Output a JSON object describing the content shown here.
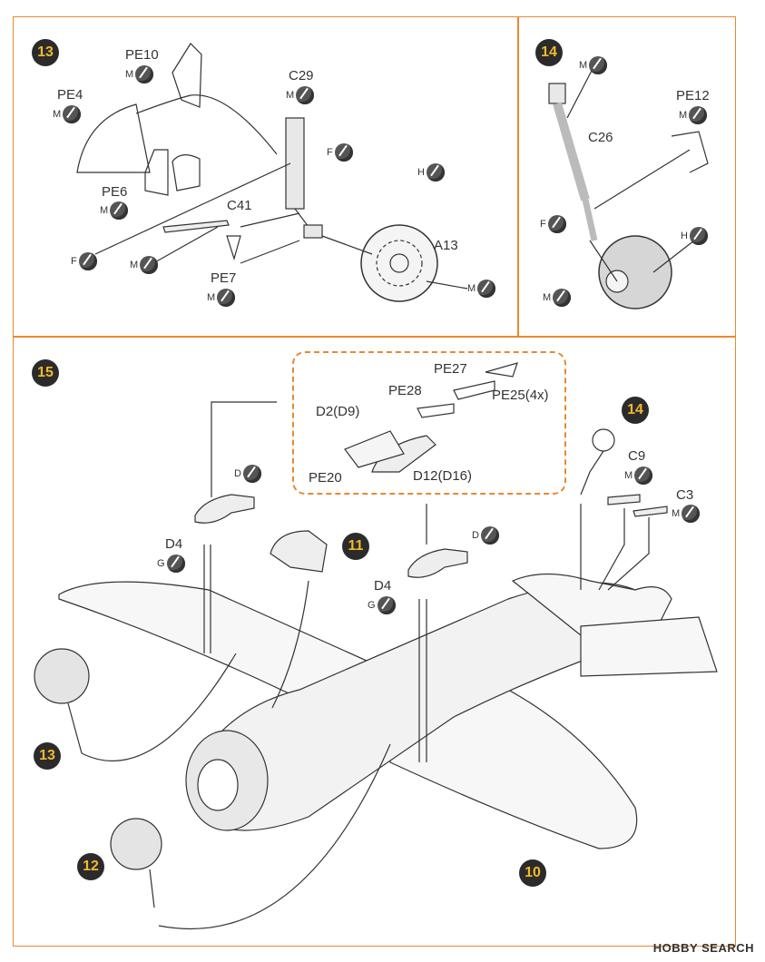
{
  "panels": {
    "step13": {
      "number": "13",
      "parts": {
        "pe10": "PE10",
        "pe4": "PE4",
        "pe6": "PE6",
        "c29": "C29",
        "c41": "C41",
        "pe7": "PE7",
        "a13": "A13"
      },
      "markers": {
        "pe10": "M",
        "pe4": "M",
        "pe6": "M",
        "c29": "M",
        "f1": "F",
        "h1": "H",
        "f2": "F",
        "m_c41": "M",
        "pe7": "M",
        "a13": "M"
      }
    },
    "step14": {
      "number": "14",
      "parts": {
        "c26": "C26",
        "pe12": "PE12"
      },
      "markers": {
        "top": "M",
        "pe12": "M",
        "f": "F",
        "h": "H",
        "bottom": "M"
      }
    },
    "step15": {
      "number": "15",
      "inset_parts": {
        "pe27": "PE27",
        "pe28": "PE28",
        "pe25": "PE25(4x)",
        "d2": "D2(D9)",
        "pe20": "PE20",
        "d12": "D12(D16)"
      },
      "parts": {
        "d4_left": "D4",
        "d4_right": "D4",
        "c9": "C9",
        "c3": "C3"
      },
      "markers": {
        "d_left": "D",
        "g_left": "G",
        "d_right": "D",
        "g_right": "G",
        "c9": "M",
        "c3": "M"
      },
      "ref_steps": {
        "s14": "14",
        "s11": "11",
        "s13": "13",
        "s12": "12",
        "s10": "10"
      }
    }
  },
  "watermark": "HOBBY SEARCH"
}
